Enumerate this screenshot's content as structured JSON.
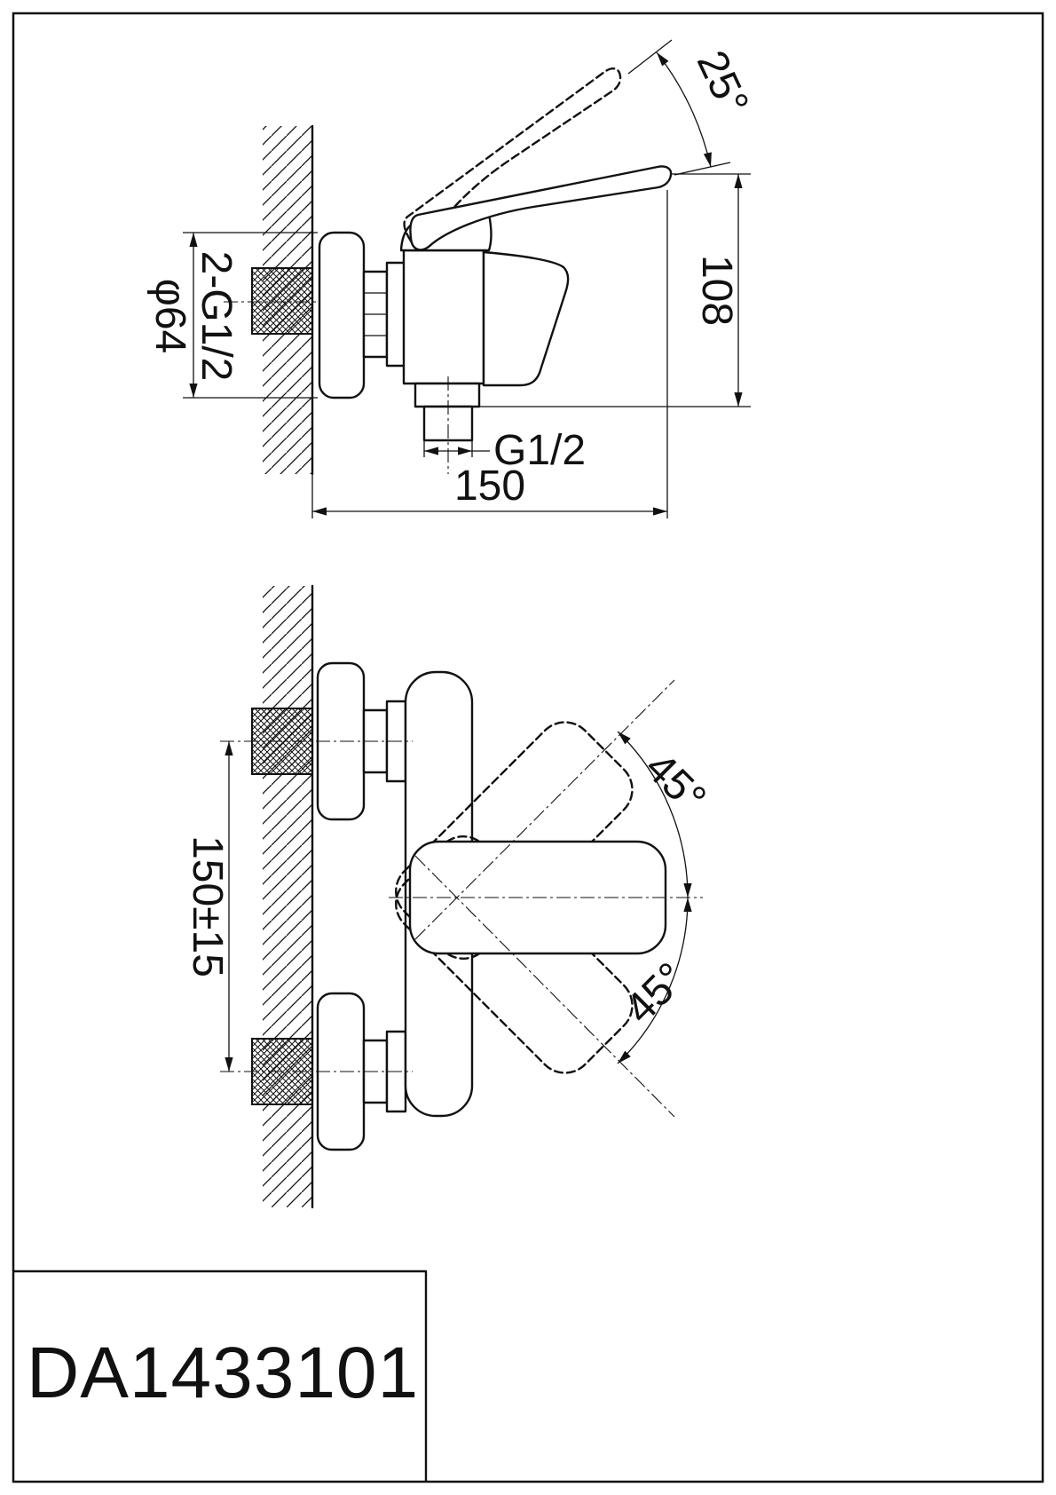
{
  "drawing": {
    "side_view": {
      "handle_angle": "25°",
      "height": "108",
      "flange_diameter": "φ64",
      "wall_thread": "2-G1/2",
      "outlet_thread": "G1/2",
      "depth": "150"
    },
    "plan_view": {
      "inlet_spacing": "150±15",
      "swing_upper": "45°",
      "swing_lower": "45°"
    },
    "title_block": {
      "model": "DA1433101"
    }
  }
}
